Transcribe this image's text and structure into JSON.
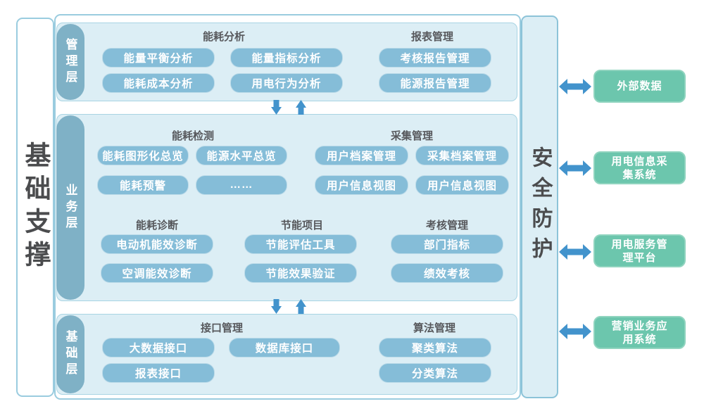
{
  "diagram": {
    "side_labels": {
      "left": "基础支撑",
      "right": "安全防护"
    },
    "layers": {
      "management": {
        "label": "管理层",
        "sections": [
          {
            "title": "能耗分析",
            "rows": [
              [
                "能量平衡分析",
                "能量指标分析"
              ],
              [
                "能耗成本分析",
                "用电行为分析"
              ]
            ]
          },
          {
            "title": "报表管理",
            "rows": [
              [
                "考核报告管理"
              ],
              [
                "能源报告管理"
              ]
            ]
          }
        ]
      },
      "business": {
        "label": "业务层",
        "sections": [
          {
            "title": "能耗检测",
            "rows": [
              [
                "能耗图形化总览",
                "能源水平总览"
              ],
              [
                "能耗预警",
                "……"
              ]
            ]
          },
          {
            "title": "采集管理",
            "rows": [
              [
                "用户档案管理",
                "采集档案管理"
              ],
              [
                "用户信息视图",
                "用户信息视图"
              ]
            ]
          },
          {
            "title": "能耗诊断",
            "rows": [
              [
                "电动机能效诊断"
              ],
              [
                "空调能效诊断"
              ]
            ]
          },
          {
            "title": "节能项目",
            "rows": [
              [
                "节能评估工具"
              ],
              [
                "节能效果验证"
              ]
            ]
          },
          {
            "title": "考核管理",
            "rows": [
              [
                "部门指标"
              ],
              [
                "绩效考核"
              ]
            ]
          }
        ]
      },
      "base": {
        "label": "基础层",
        "sections": [
          {
            "title": "接口管理",
            "rows": [
              [
                "大数据接口",
                "数据库接口"
              ],
              [
                "报表接口"
              ]
            ]
          },
          {
            "title": "算法管理",
            "rows": [
              [
                "聚类算法"
              ],
              [
                "分类算法"
              ]
            ]
          }
        ]
      }
    },
    "external_systems": [
      {
        "label": "外部数据"
      },
      {
        "label": "用电信息采集系统"
      },
      {
        "label": "用电服务管理平台"
      },
      {
        "label": "营销业务应用系统"
      }
    ],
    "colors": {
      "button_blue": "#85bdd8",
      "pill_blue": "#7fb1c6",
      "layer_fill": "#dceef5",
      "layer_border": "#a8d4e3",
      "outer_border": "#9accdf",
      "green_fill": "#6cc6ad",
      "arrow_blue": "#4293cc",
      "dark_text": "#4b4c4e"
    }
  }
}
